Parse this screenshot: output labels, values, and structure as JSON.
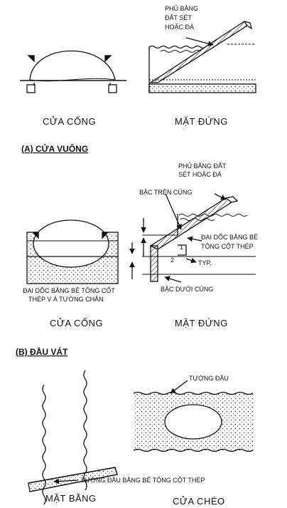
{
  "colors": {
    "ink": "#111111",
    "paper": "#ffffff"
  },
  "top": {
    "culvert_caption": "CỬA CỐNG",
    "elevation_caption": "MẶT ĐỨNG",
    "cover_note": [
      "PHỦ BẰNG",
      "ĐẤT SÉT",
      "HOẶC ĐÁ"
    ]
  },
  "section_a": {
    "title": "(A) CỬA VUÔNG",
    "cover_note": [
      "PHỦ BẰNG ĐẤT",
      "SÉT HOẶC ĐÁ"
    ],
    "top_step": "BẬC TRÊN CÙNG",
    "bottom_step": "BẬC DƯỚI CÙNG",
    "slope_note": [
      "ĐAI DỐC BẰNG BÊ",
      "TÔNG CỐT THÉP"
    ],
    "wall_note": [
      "ĐAI DỐC BẰNG BÊ TÔNG CỐT",
      "THÉP V À TƯỜNG CHẮN"
    ],
    "ratio_v": "1",
    "ratio_h": "2",
    "typ": "TYP.",
    "culvert_caption": "CỬA CỐNG",
    "elevation_caption": "MẶT ĐỨNG"
  },
  "section_b": {
    "title": "(B) ĐẦU VÁT",
    "headwall": "TƯỜNG ĐẦU",
    "headwall_rc": "TƯỜNG ĐẦU BẰNG BÊ TÔNG CỐT THÉP",
    "plan_caption": "MẶT BẰNG",
    "skew_caption": "CỬA CHÉO"
  }
}
